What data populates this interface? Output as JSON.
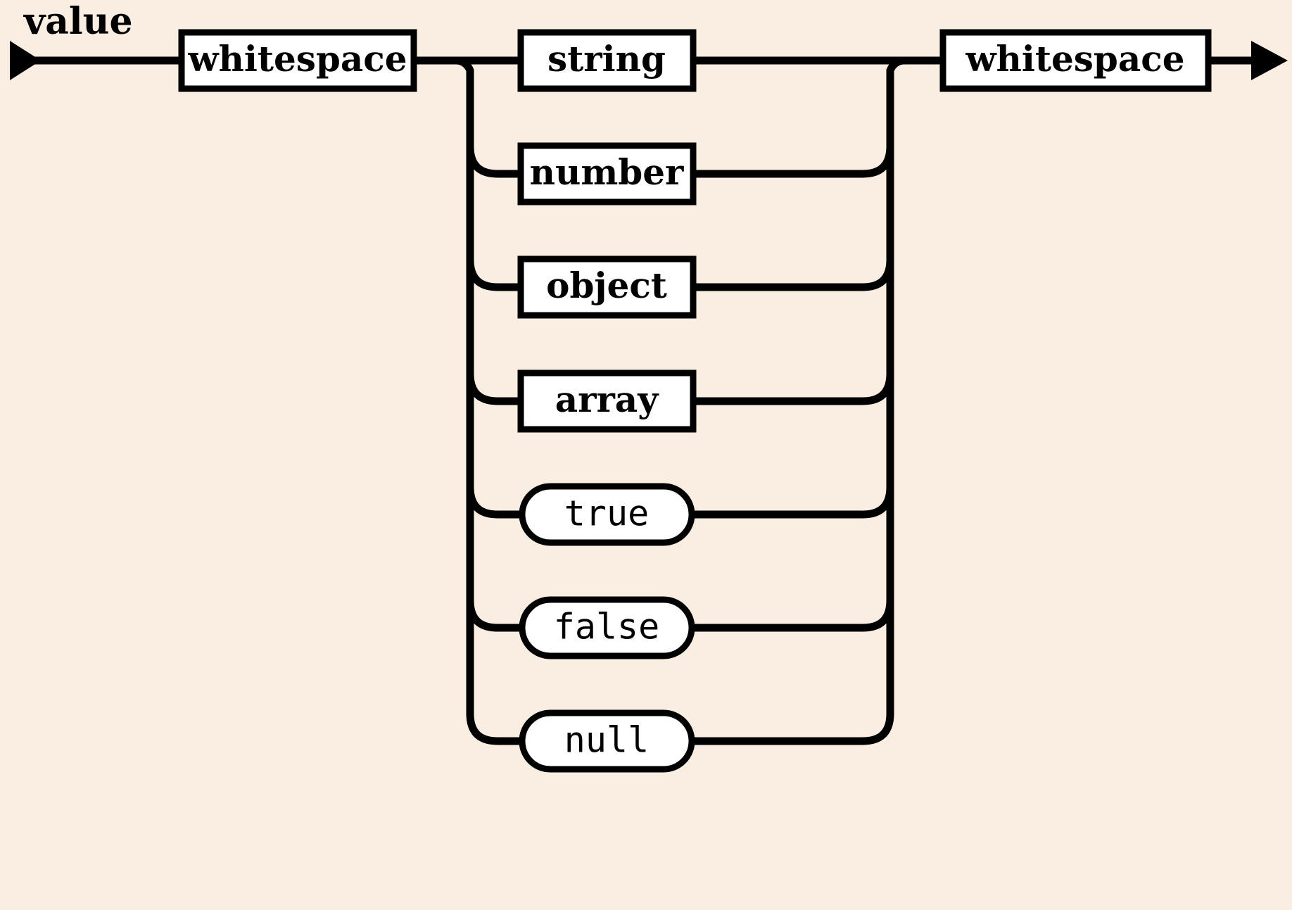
{
  "diagram": {
    "title": "value",
    "type": "railroad-syntax-diagram",
    "background_color": "#faeee3",
    "line_color": "#000000",
    "box_fill_color": "#ffffff"
  },
  "sequence": {
    "entry_marker": "start-arrow",
    "exit_marker": "end-arrow",
    "prefix_label": "whitespace",
    "suffix_label": "whitespace"
  },
  "alternatives": [
    {
      "label": "string",
      "kind": "nonterminal",
      "shape": "rectangle"
    },
    {
      "label": "number",
      "kind": "nonterminal",
      "shape": "rectangle"
    },
    {
      "label": "object",
      "kind": "nonterminal",
      "shape": "rectangle"
    },
    {
      "label": "array",
      "kind": "nonterminal",
      "shape": "rectangle"
    },
    {
      "label": "true",
      "kind": "terminal",
      "shape": "pill"
    },
    {
      "label": "false",
      "kind": "terminal",
      "shape": "pill"
    },
    {
      "label": "null",
      "kind": "terminal",
      "shape": "pill"
    }
  ]
}
